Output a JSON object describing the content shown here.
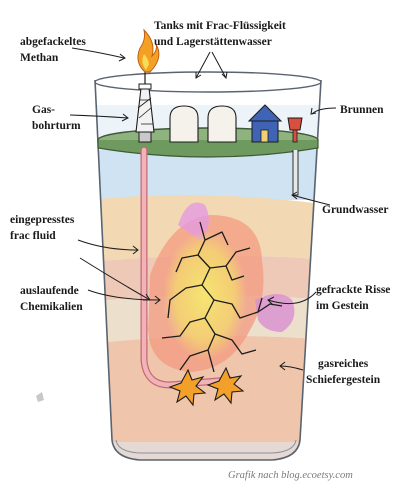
{
  "labels": {
    "flare": [
      "abgefackeltes",
      "Methan"
    ],
    "tanks": [
      "Tanks mit Frac-Flüssigkeit",
      "und Lagerstättenwasser"
    ],
    "rig": [
      "Gas-",
      "bohrturm"
    ],
    "well": "Brunnen",
    "groundwater": "Grundwasser",
    "injected": [
      "eingepresstes",
      "frac fluid"
    ],
    "fractures": [
      "gefrackte Risse",
      "im Gestein"
    ],
    "leaking": [
      "auslaufende",
      "Chemikalien"
    ],
    "shale": [
      "gasreiches",
      "Schiefergestein"
    ]
  },
  "credit": "Grafik nach blog.ecoetsy.com",
  "colors": {
    "glass_outline": "#5a6470",
    "water": "#cfe3f2",
    "surface_plate": "#8fb37f",
    "layer_sand": "#f2d9b3",
    "layer_rose": "#eec9b8",
    "layer_tan": "#e9cfb0",
    "layer_deep": "#efbfa5",
    "chemicals_yellow": "#f4e06a",
    "chemicals_red": "#f08a78",
    "chemicals_pink": "#e99ad8",
    "pipe": "#f2b2b8",
    "flame": "#f4a025",
    "house": "#3f63b5",
    "roof": "#d94f3e"
  }
}
